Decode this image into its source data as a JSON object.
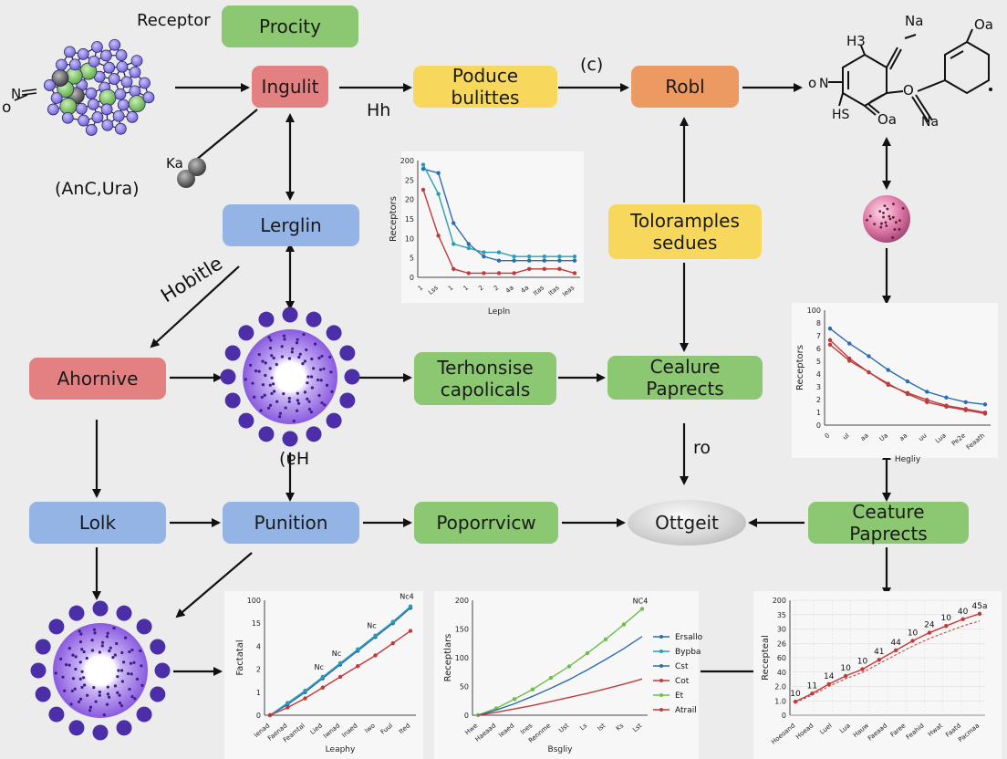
{
  "nodes": {
    "procity": "Procity",
    "ingulit": "Ingulit",
    "poduce": "Poduce bulittes",
    "robl": "Robl",
    "lerglin": "Lerglin",
    "toloramples": "Toloramples sedues",
    "ahornive": "Ahornive",
    "terhonsise": "Terhonsise capolicals",
    "ceature1": "Cealure Paprects",
    "lolk": "Lolk",
    "punition": "Punition",
    "poporrvicw": "Poporrvicw",
    "ottgeit": "Ottgeit",
    "ceature2": "Ceature Paprects"
  },
  "labels": {
    "receptor": "Receptor",
    "anc_ura": "(AnC,Ura)",
    "ka": "Ka",
    "o_left": "o",
    "n_left": "N",
    "c_paren": "(c)",
    "hh": "Hh",
    "hobitle": "Hobitle",
    "ph": "(ɐH",
    "ro": "ro",
    "mol_h3": "H3",
    "mol_na_top": "Na",
    "mol_oa_top": "Oa",
    "mol_o": "o",
    "mol_n": "N",
    "mol_o_mid": "O",
    "mol_hs": "HS",
    "mol_oa_bottom": "Oa",
    "mol_na_bottom": "Na"
  },
  "chart_data": [
    {
      "type": "line",
      "ylabel": "Receptors",
      "xlabel": "Lepln",
      "y_ticks": [
        "0",
        "5",
        "10",
        "15",
        "20",
        "25",
        "200"
      ],
      "x_ticks": [
        "1",
        "Lss",
        "1",
        "1",
        "2",
        "2",
        "4a",
        "4a",
        "Itas",
        "Itas",
        "Ieas"
      ],
      "series": [
        {
          "color": "#2c6cb0",
          "values": [
            26,
            25,
            13,
            8,
            5,
            4,
            4,
            4,
            4,
            4,
            4
          ]
        },
        {
          "color": "#2a9db5",
          "values": [
            27,
            20,
            8,
            7,
            6,
            6,
            5,
            5,
            5,
            5,
            5
          ]
        },
        {
          "color": "#c03a3a",
          "values": [
            21,
            10,
            2,
            1,
            1,
            1,
            1,
            2,
            2,
            2,
            1
          ]
        }
      ],
      "ylim": [
        0,
        28
      ]
    },
    {
      "type": "line",
      "ylabel": "Receptors",
      "xlabel": "Hegliy",
      "y_ticks": [
        "0",
        "1",
        "2",
        "3",
        "4",
        "5",
        "6",
        "7",
        "8",
        "100"
      ],
      "x_ticks": [
        "0",
        "ul",
        "aa",
        "Ua",
        "aa",
        "uu",
        "Lua",
        "Pe2e",
        "Feaath"
      ],
      "series": [
        {
          "color": "#2c6cb0",
          "values": [
            8.4,
            7.1,
            6.0,
            4.8,
            3.8,
            2.9,
            2.4,
            2.0,
            1.8
          ]
        },
        {
          "color": "#c03a3a",
          "values": [
            7.4,
            5.8,
            4.6,
            3.5,
            2.8,
            2.2,
            1.7,
            1.4,
            1.1
          ]
        },
        {
          "color": "#c03a3a",
          "values": [
            7.0,
            5.6,
            4.6,
            3.6,
            2.7,
            2.0,
            1.6,
            1.3,
            1.0
          ]
        }
      ],
      "ylim": [
        0,
        10
      ]
    },
    {
      "type": "line",
      "ylabel": "Factatal",
      "xlabel": "Leaphy",
      "y_ticks": [
        "0",
        "1",
        "2",
        "4",
        "15",
        "100"
      ],
      "x_ticks": [
        "Ienad",
        "Faenad",
        "Feamtal",
        "Lied",
        "Iwnad",
        "Inaed",
        "Iwo",
        "Fuul",
        "Ited"
      ],
      "annotations": [
        "Nc",
        "Nc",
        "Nc",
        "Nc4"
      ],
      "series": [
        {
          "color": "#2c6cb0",
          "values": [
            0,
            0.7,
            1.5,
            2.4,
            3.3,
            4.2,
            5.1,
            6.0,
            7.0
          ]
        },
        {
          "color": "#2a9db5",
          "values": [
            0,
            0.8,
            1.6,
            2.5,
            3.4,
            4.3,
            5.2,
            6.1,
            7.1
          ]
        },
        {
          "color": "#c03a3a",
          "values": [
            0,
            0.5,
            1.1,
            1.8,
            2.5,
            3.2,
            3.9,
            4.7,
            5.5
          ]
        }
      ],
      "ylim": [
        0,
        7.5
      ]
    },
    {
      "type": "line",
      "ylabel": "Receptlars",
      "xlabel": "Bsgliy",
      "y_ticks": [
        "0",
        "50",
        "100",
        "150",
        "200"
      ],
      "x_ticks": [
        "Hwe",
        "Haeaad",
        "Ieaed",
        "Ines",
        "Rennme",
        "Ust",
        "Ls",
        "Ist",
        "Ks",
        "Lst"
      ],
      "annotation": "NC4",
      "legend": [
        "Ersallo",
        "Bypba",
        "Cst",
        "Cot",
        "Et",
        "Atrail"
      ],
      "series": [
        {
          "color": "#6cbf4a",
          "values": [
            0,
            12,
            28,
            45,
            65,
            85,
            108,
            132,
            158,
            185
          ]
        },
        {
          "color": "#2c6cb0",
          "values": [
            0,
            9,
            20,
            33,
            47,
            62,
            79,
            97,
            116,
            137
          ]
        },
        {
          "color": "#c03a3a",
          "values": [
            0,
            5,
            11,
            17,
            24,
            31,
            38,
            46,
            54,
            63
          ]
        }
      ],
      "ylim": [
        0,
        200
      ]
    },
    {
      "type": "line",
      "ylabel": "Recepteal",
      "xlabel": "",
      "y_ticks": [
        "0",
        "1.0",
        "2.0",
        "40",
        "60",
        "26",
        "30",
        "35",
        "200"
      ],
      "x_ticks": [
        "Hoeoand",
        "Hoead",
        "Luel",
        "Lua",
        "Hauw",
        "Faeaad",
        "Faree",
        "Feahid",
        "Hwat",
        "Faatd",
        "Pacmaa"
      ],
      "data_labels": [
        "10",
        "11",
        "14",
        "10",
        "10",
        "41",
        "44",
        "10",
        "24",
        "10",
        "40",
        "45a"
      ],
      "series": [
        {
          "color": "#c03a3a",
          "values": [
            1.0,
            1.6,
            2.3,
            2.9,
            3.4,
            4.1,
            4.8,
            5.5,
            6.1,
            6.6,
            7.1,
            7.5
          ]
        }
      ],
      "ylim": [
        0,
        8.5
      ]
    }
  ]
}
